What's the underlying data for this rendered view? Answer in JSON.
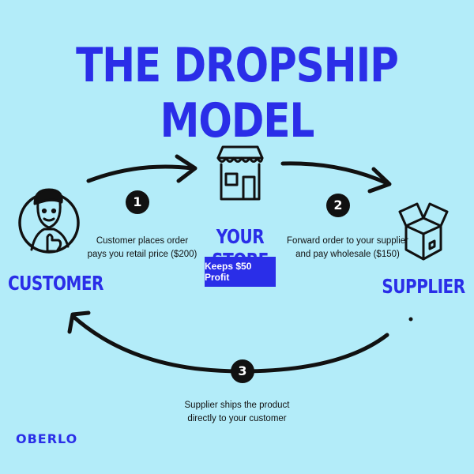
{
  "title": "THE DROPSHIP MODEL",
  "nodes": {
    "customer": "CUSTOMER",
    "store": "YOUR STORE",
    "supplier": "SUPPLIER"
  },
  "badge": "Keeps $50 Profit",
  "steps": [
    {
      "number": "1",
      "line1": "Customer places order",
      "line2": "pays you retail price ($200)"
    },
    {
      "number": "2",
      "line1": "Forward order to your supplier",
      "line2": "and pay wholesale ($150)"
    },
    {
      "number": "3",
      "line1": "Supplier ships the product",
      "line2": "directly to your customer"
    }
  ],
  "logo": "OBERLO",
  "colors": {
    "background": "#b3ecf9",
    "accent": "#2a2ee8",
    "ink": "#111111"
  },
  "icons": [
    "customer-icon",
    "store-icon",
    "supplier-box-icon"
  ]
}
